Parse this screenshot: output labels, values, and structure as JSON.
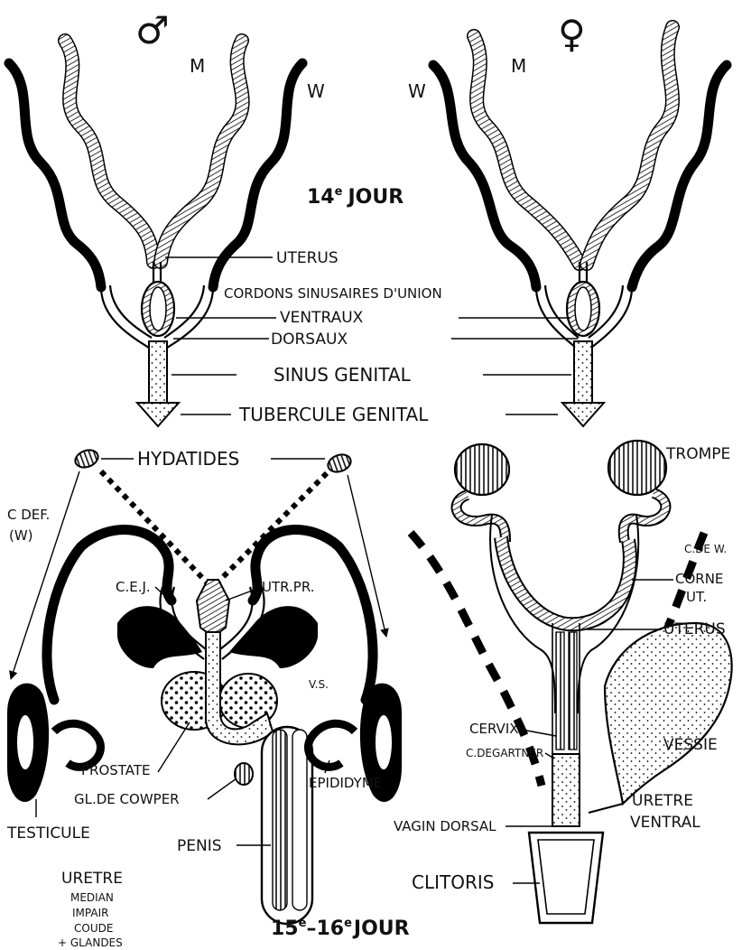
{
  "top": {
    "male_symbol": "♂",
    "female_symbol": "♀",
    "label_m_left": "M",
    "label_w_left": "W",
    "label_w_right": "W",
    "label_m_right": "M",
    "stage_title": "14e JOUR",
    "stage_day": "14",
    "stage_sup": "e",
    "stage_word": "JOUR",
    "labels": {
      "uterus": "UTERUS",
      "cordons": "CORDONS SINUSAIRES D'UNION",
      "ventraux": "VENTRAUX",
      "dorsaux": "DORSAUX",
      "sinus": "SINUS GENITAL",
      "tubercule": "TUBERCULE GENITAL"
    }
  },
  "male": {
    "hydatides": "HYDATIDES",
    "cdef_line1": "C DEF.",
    "cdef_line2": "(W)",
    "cej": "C.E.J.",
    "utrpr": "UTR.PR.",
    "vs": "V.S.",
    "prostate": "PROSTATE",
    "epididyme": "EPIDIDYME",
    "cowper": "GL.DE COWPER",
    "testicule": "TESTICULE",
    "penis": "PENIS",
    "uretre_title": "URETRE",
    "uretre_lines": [
      "MEDIAN",
      "IMPAIR",
      "COUDE",
      "+ GLANDES"
    ]
  },
  "female": {
    "trompe": "TROMPE",
    "cdew": "C.DE W.",
    "corne_line1": "CORNE",
    "corne_line2": "UT.",
    "uterus": "UTERUS",
    "cervix": "CERVIX",
    "gartner": "C.DEGARTNER",
    "vessie": "VESSIE",
    "uretre_line1": "URETRE",
    "uretre_line2": "VENTRAL",
    "vagin": "VAGIN DORSAL",
    "clitoris": "CLITORIS"
  },
  "bottom_stage": {
    "d1": "15",
    "s1": "e",
    "dash": "–",
    "d2": "16",
    "s2": "e",
    "word": "JOUR"
  }
}
